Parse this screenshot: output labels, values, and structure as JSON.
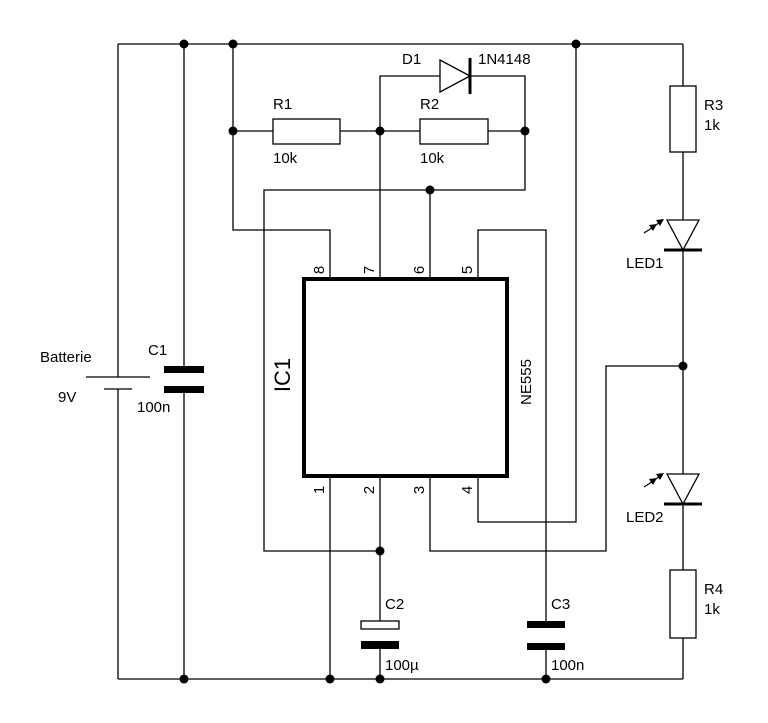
{
  "battery": {
    "name": "Batterie",
    "value": "9V"
  },
  "ic": {
    "name": "IC1",
    "part": "NE555",
    "pins": {
      "p1": "1",
      "p2": "2",
      "p3": "3",
      "p4": "4",
      "p5": "5",
      "p6": "6",
      "p7": "7",
      "p8": "8"
    }
  },
  "c1": {
    "name": "C1",
    "value": "100n"
  },
  "c2": {
    "name": "C2",
    "value": "100µ"
  },
  "c3": {
    "name": "C3",
    "value": "100n"
  },
  "r1": {
    "name": "R1",
    "value": "10k"
  },
  "r2": {
    "name": "R2",
    "value": "10k"
  },
  "r3": {
    "name": "R3",
    "value": "1k"
  },
  "r4": {
    "name": "R4",
    "value": "1k"
  },
  "d1": {
    "name": "D1",
    "part": "1N4148"
  },
  "led1": {
    "name": "LED1"
  },
  "led2": {
    "name": "LED2"
  }
}
